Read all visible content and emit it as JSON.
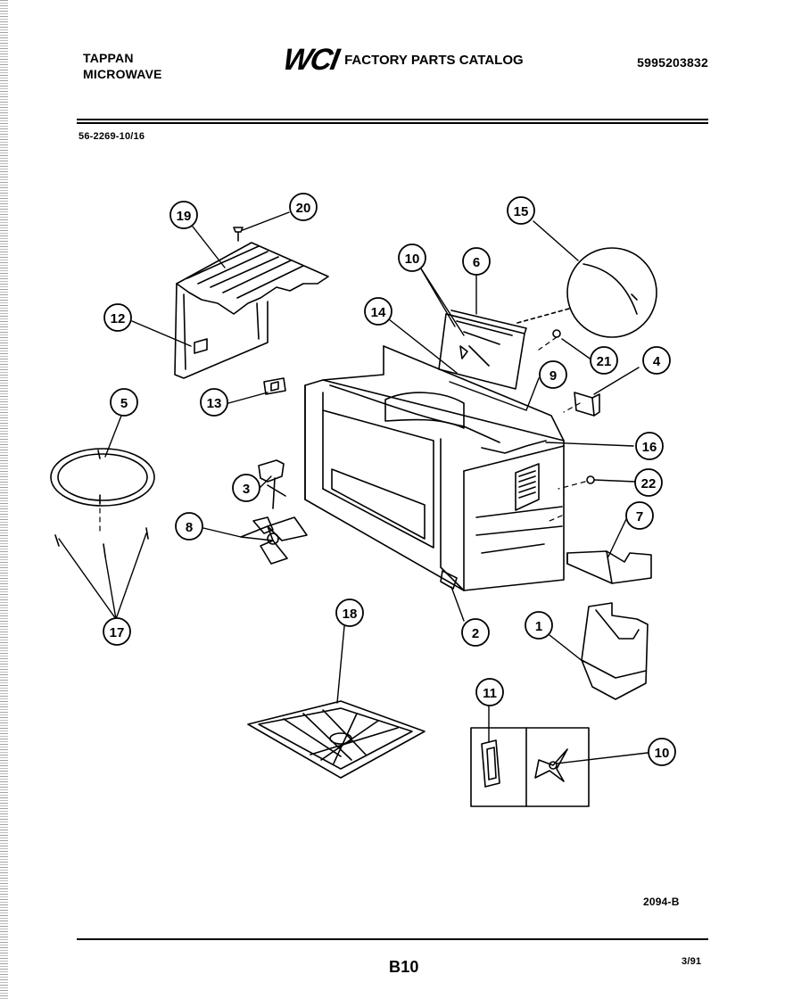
{
  "header": {
    "brand_line1": "TAPPAN",
    "brand_line2": "MICROWAVE",
    "logo": "WCI",
    "catalog_title": "FACTORY PARTS CATALOG",
    "catalog_number": "5995203832"
  },
  "model_number": "56-2269-10/16",
  "figure_code": "2094-B",
  "page_number": "B10",
  "date": "3/91",
  "callouts": [
    {
      "id": "c19",
      "label": "19"
    },
    {
      "id": "c20",
      "label": "20"
    },
    {
      "id": "c12",
      "label": "12"
    },
    {
      "id": "c15",
      "label": "15"
    },
    {
      "id": "c10a",
      "label": "10"
    },
    {
      "id": "c6",
      "label": "6"
    },
    {
      "id": "c14",
      "label": "14"
    },
    {
      "id": "c21",
      "label": "21"
    },
    {
      "id": "c4",
      "label": "4"
    },
    {
      "id": "c9",
      "label": "9"
    },
    {
      "id": "c13",
      "label": "13"
    },
    {
      "id": "c5",
      "label": "5"
    },
    {
      "id": "c16",
      "label": "16"
    },
    {
      "id": "c22",
      "label": "22"
    },
    {
      "id": "c3",
      "label": "3"
    },
    {
      "id": "c7",
      "label": "7"
    },
    {
      "id": "c8",
      "label": "8"
    },
    {
      "id": "c18",
      "label": "18"
    },
    {
      "id": "c17",
      "label": "17"
    },
    {
      "id": "c2",
      "label": "2"
    },
    {
      "id": "c1",
      "label": "1"
    },
    {
      "id": "c11",
      "label": "11"
    },
    {
      "id": "c10b",
      "label": "10"
    }
  ]
}
